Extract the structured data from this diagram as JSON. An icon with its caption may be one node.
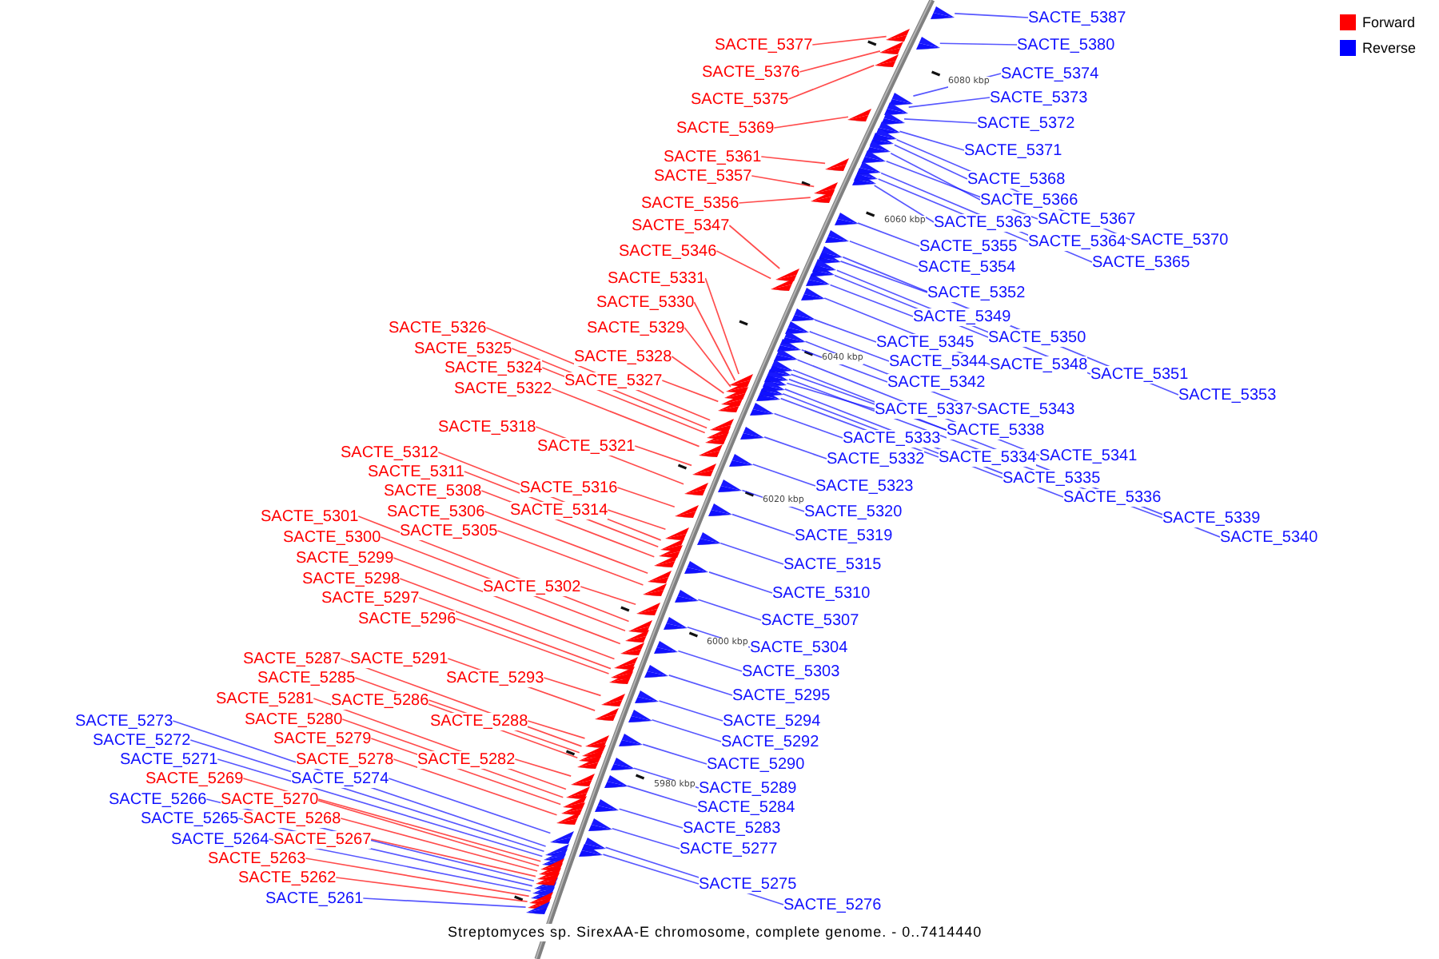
{
  "diagram": {
    "title": "Streptomyces sp. SirexAA-E chromosome, complete genome. - 0..7414440",
    "nodes": [
      {
        "text": [
          "SACTE_5387"
        ]
      },
      {
        "text": [
          "SACTE_5377"
        ]
      },
      {
        "text": [
          "SACTE_5380"
        ]
      },
      {
        "text": [
          "SACTE_5376"
        ]
      },
      {
        "text": [
          "SACTE_5374"
        ]
      },
      {
        "text": [
          "SACTE_5373"
        ]
      },
      {
        "text": [
          "SACTE_5375"
        ]
      },
      {
        "text": [
          "SACTE_5372"
        ]
      },
      {
        "text": [
          "SACTE_5369"
        ]
      },
      {
        "text": [
          "SACTE_5371"
        ]
      },
      {
        "text": [
          "SACTE_5361"
        ]
      },
      {
        "text": [
          "SACTE_5357"
        ]
      },
      {
        "text": [
          "SACTE_5368"
        ]
      },
      {
        "text": [
          "SACTE_5366"
        ]
      },
      {
        "text": [
          "SACTE_5356"
        ]
      },
      {
        "text": [
          "SACTE_5367"
        ]
      },
      {
        "text": [
          "SACTE_5363"
        ]
      },
      {
        "text": [
          "SACTE_5347"
        ]
      },
      {
        "text": [
          "SACTE_5370"
        ]
      },
      {
        "text": [
          "SACTE_5364"
        ]
      },
      {
        "text": [
          "SACTE_5355"
        ]
      },
      {
        "text": [
          "SACTE_5346"
        ]
      },
      {
        "text": [
          "SACTE_5365"
        ]
      },
      {
        "text": [
          "SACTE_5354"
        ]
      },
      {
        "text": [
          "SACTE_5331"
        ]
      },
      {
        "text": [
          "SACTE_5352"
        ]
      },
      {
        "text": [
          "SACTE_5330"
        ]
      },
      {
        "text": [
          "SACTE_5349"
        ]
      },
      {
        "text": [
          "SACTE_5326"
        ]
      },
      {
        "text": [
          "SACTE_5329"
        ]
      },
      {
        "text": [
          "SACTE_5350"
        ]
      },
      {
        "text": [
          "SACTE_5345"
        ]
      },
      {
        "text": [
          "SACTE_5325"
        ]
      },
      {
        "text": [
          "SACTE_5328"
        ]
      },
      {
        "text": [
          "SACTE_5344"
        ]
      },
      {
        "text": [
          "SACTE_5348"
        ]
      },
      {
        "text": [
          "SACTE_5324"
        ]
      },
      {
        "text": [
          "SACTE_5351"
        ]
      },
      {
        "text": [
          "SACTE_5327"
        ]
      },
      {
        "text": [
          "SACTE_5342"
        ]
      },
      {
        "text": [
          "SACTE_5322"
        ]
      },
      {
        "text": [
          "SACTE_5353"
        ]
      },
      {
        "text": [
          "SACTE_5337"
        ]
      },
      {
        "text": [
          "SACTE_5343"
        ]
      },
      {
        "text": [
          "SACTE_5318"
        ]
      },
      {
        "text": [
          "SACTE_5338"
        ]
      },
      {
        "text": [
          "SACTE_5333"
        ]
      },
      {
        "text": [
          "SACTE_5321"
        ]
      },
      {
        "text": [
          "SACTE_5312"
        ]
      },
      {
        "text": [
          "SACTE_5341"
        ]
      },
      {
        "text": [
          "SACTE_5334"
        ]
      },
      {
        "text": [
          "SACTE_5332"
        ]
      },
      {
        "text": [
          "SACTE_5311"
        ]
      },
      {
        "text": [
          "SACTE_5335"
        ]
      },
      {
        "text": [
          "SACTE_5323"
        ]
      },
      {
        "text": [
          "SACTE_5316"
        ]
      },
      {
        "text": [
          "SACTE_5308"
        ]
      },
      {
        "text": [
          "SACTE_5336"
        ]
      },
      {
        "text": [
          "SACTE_5314"
        ]
      },
      {
        "text": [
          "SACTE_5306"
        ]
      },
      {
        "text": [
          "SACTE_5320"
        ]
      },
      {
        "text": [
          "SACTE_5301"
        ]
      },
      {
        "text": [
          "SACTE_5339"
        ]
      },
      {
        "text": [
          "SACTE_5305"
        ]
      },
      {
        "text": [
          "SACTE_5319"
        ]
      },
      {
        "text": [
          "SACTE_5300"
        ]
      },
      {
        "text": [
          "SACTE_5340"
        ]
      },
      {
        "text": [
          "SACTE_5299"
        ]
      },
      {
        "text": [
          "SACTE_5315"
        ]
      },
      {
        "text": [
          "SACTE_5298"
        ]
      },
      {
        "text": [
          "SACTE_5302"
        ]
      },
      {
        "text": [
          "SACTE_5310"
        ]
      },
      {
        "text": [
          "SACTE_5297"
        ]
      },
      {
        "text": [
          "SACTE_5296"
        ]
      },
      {
        "text": [
          "SACTE_5307"
        ]
      },
      {
        "text": [
          "SACTE_5304"
        ]
      },
      {
        "text": [
          "SACTE_5287"
        ]
      },
      {
        "text": [
          "SACTE_5291"
        ]
      },
      {
        "text": [
          "SACTE_5303"
        ]
      },
      {
        "text": [
          "SACTE_5285"
        ]
      },
      {
        "text": [
          "SACTE_5293"
        ]
      },
      {
        "text": [
          "SACTE_5295"
        ]
      },
      {
        "text": [
          "SACTE_5281"
        ]
      },
      {
        "text": [
          "SACTE_5286"
        ]
      },
      {
        "text": [
          "SACTE_5273"
        ]
      },
      {
        "text": [
          "SACTE_5280"
        ]
      },
      {
        "text": [
          "SACTE_5288"
        ]
      },
      {
        "text": [
          "SACTE_5294"
        ]
      },
      {
        "text": [
          "SACTE_5272"
        ]
      },
      {
        "text": [
          "SACTE_5279"
        ]
      },
      {
        "text": [
          "SACTE_5292"
        ]
      },
      {
        "text": [
          "SACTE_5271"
        ]
      },
      {
        "text": [
          "SACTE_5278"
        ]
      },
      {
        "text": [
          "SACTE_5282"
        ]
      },
      {
        "text": [
          "SACTE_5290"
        ]
      },
      {
        "text": [
          "SACTE_5269"
        ]
      },
      {
        "text": [
          "SACTE_5274"
        ]
      },
      {
        "text": [
          "SACTE_5289"
        ]
      },
      {
        "text": [
          "SACTE_5266"
        ]
      },
      {
        "text": [
          "SACTE_5270"
        ]
      },
      {
        "text": [
          "SACTE_5284"
        ]
      },
      {
        "text": [
          "SACTE_5265"
        ]
      },
      {
        "text": [
          "SACTE_5268"
        ]
      },
      {
        "text": [
          "SACTE_5283"
        ]
      },
      {
        "text": [
          "SACTE_5264"
        ]
      },
      {
        "text": [
          "SACTE_5267"
        ]
      },
      {
        "text": [
          "SACTE_5277"
        ]
      },
      {
        "text": [
          "SACTE_5263"
        ]
      },
      {
        "text": [
          "SACTE_5262"
        ]
      },
      {
        "text": [
          "SACTE_5275"
        ]
      },
      {
        "text": [
          "SACTE_5261"
        ]
      },
      {
        "text": [
          "SACTE_5276"
        ]
      },
      {
        "text": [],
        "shape": "wedge"
      },
      {
        "text": [],
        "shape": "wedge"
      },
      {
        "text": [],
        "shape": "wedge"
      },
      {
        "text": [],
        "shape": "wedge"
      },
      {
        "text": [],
        "shape": "wedge"
      },
      {
        "text": [],
        "shape": "wedge"
      },
      {
        "text": [],
        "shape": "wedge"
      },
      {
        "text": [],
        "shape": "wedge"
      },
      {
        "text": [],
        "shape": "wedge"
      },
      {
        "text": [],
        "shape": "wedge"
      },
      {
        "text": [],
        "shape": "wedge"
      },
      {
        "text": [],
        "shape": "wedge"
      },
      {
        "text": [],
        "shape": "wedge"
      },
      {
        "text": [],
        "shape": "wedge"
      },
      {
        "text": [],
        "shape": "wedge"
      },
      {
        "text": [],
        "shape": "wedge"
      },
      {
        "text": [],
        "shape": "wedge"
      },
      {
        "text": [],
        "shape": "wedge"
      },
      {
        "text": [],
        "shape": "wedge"
      },
      {
        "text": [],
        "shape": "wedge"
      },
      {
        "text": [],
        "shape": "wedge"
      },
      {
        "text": [],
        "shape": "wedge"
      },
      {
        "text": [],
        "shape": "wedge"
      },
      {
        "text": [],
        "shape": "wedge"
      },
      {
        "text": [],
        "shape": "wedge"
      },
      {
        "text": [],
        "shape": "wedge"
      },
      {
        "text": [],
        "shape": "wedge"
      },
      {
        "text": [],
        "shape": "wedge"
      },
      {
        "text": [],
        "shape": "wedge"
      },
      {
        "text": [],
        "shape": "wedge"
      },
      {
        "text": [],
        "shape": "wedge"
      },
      {
        "text": [],
        "shape": "wedge"
      },
      {
        "text": [],
        "shape": "wedge"
      },
      {
        "text": [],
        "shape": "wedge"
      },
      {
        "text": [],
        "shape": "wedge"
      },
      {
        "text": [],
        "shape": "wedge"
      },
      {
        "text": [],
        "shape": "wedge"
      },
      {
        "text": [],
        "shape": "wedge"
      },
      {
        "text": [],
        "shape": "wedge"
      },
      {
        "text": [],
        "shape": "wedge"
      },
      {
        "text": [],
        "shape": "wedge"
      },
      {
        "text": [],
        "shape": "wedge"
      },
      {
        "text": [],
        "shape": "wedge"
      },
      {
        "text": [],
        "shape": "wedge"
      },
      {
        "text": [],
        "shape": "wedge"
      },
      {
        "text": [],
        "shape": "wedge"
      },
      {
        "text": [],
        "shape": "wedge"
      },
      {
        "text": [],
        "shape": "wedge"
      },
      {
        "text": [],
        "shape": "wedge"
      },
      {
        "text": [],
        "shape": "wedge"
      },
      {
        "text": [],
        "shape": "wedge"
      },
      {
        "text": [],
        "shape": "wedge"
      },
      {
        "text": [],
        "shape": "wedge"
      },
      {
        "text": [],
        "shape": "wedge"
      },
      {
        "text": [],
        "shape": "wedge"
      },
      {
        "text": [],
        "shape": "wedge"
      },
      {
        "text": [],
        "shape": "wedge"
      },
      {
        "text": [],
        "shape": "wedge"
      },
      {
        "text": [],
        "shape": "wedge"
      },
      {
        "text": [],
        "shape": "wedge"
      },
      {
        "text": [],
        "shape": "wedge"
      },
      {
        "text": [],
        "shape": "wedge"
      },
      {
        "text": [],
        "shape": "wedge"
      },
      {
        "text": [],
        "shape": "wedge"
      },
      {
        "text": [],
        "shape": "wedge"
      },
      {
        "text": [],
        "shape": "wedge"
      },
      {
        "text": [],
        "shape": "wedge"
      },
      {
        "text": [],
        "shape": "wedge"
      },
      {
        "text": [],
        "shape": "wedge"
      },
      {
        "text": [],
        "shape": "wedge"
      },
      {
        "text": [],
        "shape": "wedge"
      },
      {
        "text": [],
        "shape": "wedge"
      },
      {
        "text": [],
        "shape": "wedge"
      },
      {
        "text": [],
        "shape": "wedge"
      },
      {
        "text": [],
        "shape": "wedge"
      },
      {
        "text": [],
        "shape": "wedge"
      },
      {
        "text": [],
        "shape": "wedge"
      },
      {
        "text": [],
        "shape": "wedge"
      },
      {
        "text": [],
        "shape": "wedge"
      },
      {
        "text": [],
        "shape": "wedge"
      },
      {
        "text": [],
        "shape": "wedge"
      },
      {
        "text": [],
        "shape": "wedge"
      },
      {
        "text": [],
        "shape": "wedge"
      },
      {
        "text": [],
        "shape": "wedge"
      },
      {
        "text": [],
        "shape": "wedge"
      },
      {
        "text": [],
        "shape": "wedge"
      },
      {
        "text": [],
        "shape": "wedge"
      },
      {
        "text": [],
        "shape": "wedge"
      },
      {
        "text": [],
        "shape": "wedge"
      },
      {
        "text": [],
        "shape": "wedge"
      },
      {
        "text": [],
        "shape": "wedge"
      },
      {
        "text": [],
        "shape": "wedge"
      },
      {
        "text": [],
        "shape": "wedge"
      },
      {
        "text": [],
        "shape": "wedge"
      },
      {
        "text": [],
        "shape": "wedge"
      },
      {
        "text": [],
        "shape": "wedge"
      },
      {
        "text": [],
        "shape": "wedge"
      },
      {
        "text": [],
        "shape": "wedge"
      },
      {
        "text": [],
        "shape": "wedge"
      },
      {
        "text": [],
        "shape": "wedge"
      },
      {
        "text": [],
        "shape": "wedge"
      },
      {
        "text": [],
        "shape": "wedge"
      },
      {
        "text": [],
        "shape": "wedge"
      },
      {
        "text": [],
        "shape": "wedge"
      },
      {
        "text": [],
        "shape": "wedge"
      },
      {
        "text": [],
        "shape": "wedge"
      },
      {
        "text": [],
        "shape": "wedge"
      },
      {
        "text": [],
        "shape": "wedge"
      },
      {
        "text": [],
        "shape": "wedge"
      },
      {
        "text": [],
        "shape": "wedge"
      },
      {
        "text": [],
        "shape": "wedge"
      },
      {
        "text": [],
        "shape": "wedge"
      }
    ],
    "edges": [
      {
        "from": 0,
        "to": 112,
        "arrow": "none"
      },
      {
        "from": 1,
        "to": 113,
        "arrow": "none",
        "color": "#ff0000"
      },
      {
        "from": 2,
        "to": 114,
        "arrow": "none"
      },
      {
        "from": 3,
        "to": 115,
        "arrow": "none",
        "color": "#ff0000"
      },
      {
        "from": 4,
        "to": 116,
        "arrow": "none"
      },
      {
        "from": 5,
        "to": 117,
        "arrow": "none"
      },
      {
        "from": 6,
        "to": 118,
        "arrow": "none",
        "color": "#ff0000"
      },
      {
        "from": 7,
        "to": 119,
        "arrow": "none"
      },
      {
        "from": 8,
        "to": 120,
        "arrow": "none",
        "color": "#ff0000"
      },
      {
        "from": 9,
        "to": 121,
        "arrow": "none"
      },
      {
        "from": 10,
        "to": 122,
        "arrow": "none",
        "color": "#ff0000"
      },
      {
        "from": 11,
        "to": 123,
        "arrow": "none",
        "color": "#ff0000"
      },
      {
        "from": 12,
        "to": 124,
        "arrow": "none"
      },
      {
        "from": 13,
        "to": 125,
        "arrow": "none"
      },
      {
        "from": 14,
        "to": 126,
        "arrow": "none",
        "color": "#ff0000"
      },
      {
        "from": 15,
        "to": 127,
        "arrow": "none"
      },
      {
        "from": 16,
        "to": 128,
        "arrow": "none"
      },
      {
        "from": 17,
        "to": 129,
        "arrow": "none",
        "color": "#ff0000"
      },
      {
        "from": 18,
        "to": 130,
        "arrow": "none"
      },
      {
        "from": 19,
        "to": 131,
        "arrow": "none"
      },
      {
        "from": 20,
        "to": 132,
        "arrow": "none"
      },
      {
        "from": 21,
        "to": 133,
        "arrow": "none",
        "color": "#ff0000"
      },
      {
        "from": 22,
        "to": 134,
        "arrow": "none"
      },
      {
        "from": 23,
        "to": 135,
        "arrow": "none"
      },
      {
        "from": 24,
        "to": 136,
        "arrow": "none",
        "color": "#ff0000"
      },
      {
        "from": 25,
        "to": 137,
        "arrow": "none"
      },
      {
        "from": 26,
        "to": 138,
        "arrow": "none",
        "color": "#ff0000"
      },
      {
        "from": 27,
        "to": 139,
        "arrow": "none"
      },
      {
        "from": 28,
        "to": 140,
        "arrow": "none",
        "color": "#ff0000"
      },
      {
        "from": 29,
        "to": 141,
        "arrow": "none",
        "color": "#ff0000"
      },
      {
        "from": 30,
        "to": 142,
        "arrow": "none"
      },
      {
        "from": 31,
        "to": 143,
        "arrow": "none"
      },
      {
        "from": 32,
        "to": 144,
        "arrow": "none",
        "color": "#ff0000"
      },
      {
        "from": 33,
        "to": 145,
        "arrow": "none",
        "color": "#ff0000"
      },
      {
        "from": 34,
        "to": 146,
        "arrow": "none"
      },
      {
        "from": 35,
        "to": 147,
        "arrow": "none"
      },
      {
        "from": 36,
        "to": 148,
        "arrow": "none",
        "color": "#ff0000"
      },
      {
        "from": 37,
        "to": 149,
        "arrow": "none"
      },
      {
        "from": 38,
        "to": 150,
        "arrow": "none",
        "color": "#ff0000"
      },
      {
        "from": 39,
        "to": 151,
        "arrow": "none"
      },
      {
        "from": 40,
        "to": 152,
        "arrow": "none",
        "color": "#ff0000"
      },
      {
        "from": 41,
        "to": 153,
        "arrow": "none"
      },
      {
        "from": 42,
        "to": 154,
        "arrow": "none"
      },
      {
        "from": 43,
        "to": 155,
        "arrow": "none"
      },
      {
        "from": 44,
        "to": 156,
        "arrow": "none",
        "color": "#ff0000"
      },
      {
        "from": 45,
        "to": 157,
        "arrow": "none"
      },
      {
        "from": 46,
        "to": 158,
        "arrow": "none"
      },
      {
        "from": 47,
        "to": 159,
        "arrow": "none",
        "color": "#ff0000"
      },
      {
        "from": 48,
        "to": 160,
        "arrow": "none",
        "color": "#ff0000"
      },
      {
        "from": 49,
        "to": 161,
        "arrow": "none"
      },
      {
        "from": 50,
        "to": 162,
        "arrow": "none"
      },
      {
        "from": 51,
        "to": 163,
        "arrow": "none"
      },
      {
        "from": 52,
        "to": 164,
        "arrow": "none",
        "color": "#ff0000"
      },
      {
        "from": 53,
        "to": 165,
        "arrow": "none"
      },
      {
        "from": 54,
        "to": 166,
        "arrow": "none"
      },
      {
        "from": 55,
        "to": 167,
        "arrow": "none",
        "color": "#ff0000"
      },
      {
        "from": 56,
        "to": 168,
        "arrow": "none",
        "color": "#ff0000"
      },
      {
        "from": 57,
        "to": 169,
        "arrow": "none"
      },
      {
        "from": 58,
        "to": 170,
        "arrow": "none",
        "color": "#ff0000"
      },
      {
        "from": 59,
        "to": 171,
        "arrow": "none",
        "color": "#ff0000"
      },
      {
        "from": 60,
        "to": 172,
        "arrow": "none"
      },
      {
        "from": 61,
        "to": 173,
        "arrow": "none",
        "color": "#ff0000"
      },
      {
        "from": 62,
        "to": 174,
        "arrow": "none"
      },
      {
        "from": 63,
        "to": 175,
        "arrow": "none",
        "color": "#ff0000"
      },
      {
        "from": 64,
        "to": 176,
        "arrow": "none"
      },
      {
        "from": 65,
        "to": 177,
        "arrow": "none",
        "color": "#ff0000"
      },
      {
        "from": 66,
        "to": 178,
        "arrow": "none"
      },
      {
        "from": 67,
        "to": 179,
        "arrow": "none",
        "color": "#ff0000"
      },
      {
        "from": 68,
        "to": 180,
        "arrow": "none"
      },
      {
        "from": 69,
        "to": 181,
        "arrow": "none",
        "color": "#ff0000"
      },
      {
        "from": 70,
        "to": 182,
        "arrow": "none",
        "color": "#ff0000"
      },
      {
        "from": 71,
        "to": 183,
        "arrow": "none"
      },
      {
        "from": 72,
        "to": 184,
        "arrow": "none",
        "color": "#ff0000"
      },
      {
        "from": 73,
        "to": 185,
        "arrow": "none",
        "color": "#ff0000"
      },
      {
        "from": 74,
        "to": 186,
        "arrow": "none"
      },
      {
        "from": 75,
        "to": 187,
        "arrow": "none"
      },
      {
        "from": 76,
        "to": 188,
        "arrow": "none",
        "color": "#ff0000"
      },
      {
        "from": 77,
        "to": 189,
        "arrow": "none",
        "color": "#ff0000"
      },
      {
        "from": 78,
        "to": 190,
        "arrow": "none"
      },
      {
        "from": 79,
        "to": 191,
        "arrow": "none",
        "color": "#ff0000"
      },
      {
        "from": 80,
        "to": 192,
        "arrow": "none",
        "color": "#ff0000"
      },
      {
        "from": 81,
        "to": 193,
        "arrow": "none"
      },
      {
        "from": 82,
        "to": 194,
        "arrow": "none",
        "color": "#ff0000"
      },
      {
        "from": 83,
        "to": 195,
        "arrow": "none",
        "color": "#ff0000"
      },
      {
        "from": 84,
        "to": 196,
        "arrow": "none"
      },
      {
        "from": 85,
        "to": 197,
        "arrow": "none",
        "color": "#ff0000"
      },
      {
        "from": 86,
        "to": 198,
        "arrow": "none",
        "color": "#ff0000"
      },
      {
        "from": 87,
        "to": 199,
        "arrow": "none"
      },
      {
        "from": 88,
        "to": 200,
        "arrow": "none"
      },
      {
        "from": 89,
        "to": 201,
        "arrow": "none",
        "color": "#ff0000"
      },
      {
        "from": 90,
        "to": 202,
        "arrow": "none"
      },
      {
        "from": 91,
        "to": 203,
        "arrow": "none"
      },
      {
        "from": 92,
        "to": 204,
        "arrow": "none",
        "color": "#ff0000"
      },
      {
        "from": 93,
        "to": 205,
        "arrow": "none",
        "color": "#ff0000"
      },
      {
        "from": 94,
        "to": 206,
        "arrow": "none"
      },
      {
        "from": 95,
        "to": 207,
        "arrow": "none",
        "color": "#ff0000"
      },
      {
        "from": 96,
        "to": 208,
        "arrow": "none"
      },
      {
        "from": 97,
        "to": 209,
        "arrow": "none"
      },
      {
        "from": 98,
        "to": 210,
        "arrow": "none"
      },
      {
        "from": 99,
        "to": 211,
        "arrow": "none",
        "color": "#ff0000"
      },
      {
        "from": 100,
        "to": 212,
        "arrow": "none"
      },
      {
        "from": 101,
        "to": 213,
        "arrow": "none"
      },
      {
        "from": 102,
        "to": 214,
        "arrow": "none",
        "color": "#ff0000"
      },
      {
        "from": 103,
        "to": 215,
        "arrow": "none"
      },
      {
        "from": 104,
        "to": 216,
        "arrow": "none"
      },
      {
        "from": 105,
        "to": 217,
        "arrow": "none",
        "color": "#ff0000"
      },
      {
        "from": 106,
        "to": 218,
        "arrow": "none"
      },
      {
        "from": 107,
        "to": 219,
        "arrow": "none",
        "color": "#ff0000"
      },
      {
        "from": 108,
        "to": 220,
        "arrow": "none",
        "color": "#ff0000"
      },
      {
        "from": 109,
        "to": 221,
        "arrow": "none"
      },
      {
        "from": 110,
        "to": 222,
        "arrow": "none"
      },
      {
        "from": 111,
        "to": 223,
        "arrow": "none"
      }
    ],
    "labels": [
      "6080 kbp",
      "6060 kbp",
      "6040 kbp",
      "6020 kbp",
      "6000 kbp",
      "5980 kbp"
    ],
    "legend": [
      {
        "text": "Forward",
        "color": "#ff0000"
      },
      {
        "text": "Reverse",
        "color": "#0000ff"
      }
    ]
  }
}
